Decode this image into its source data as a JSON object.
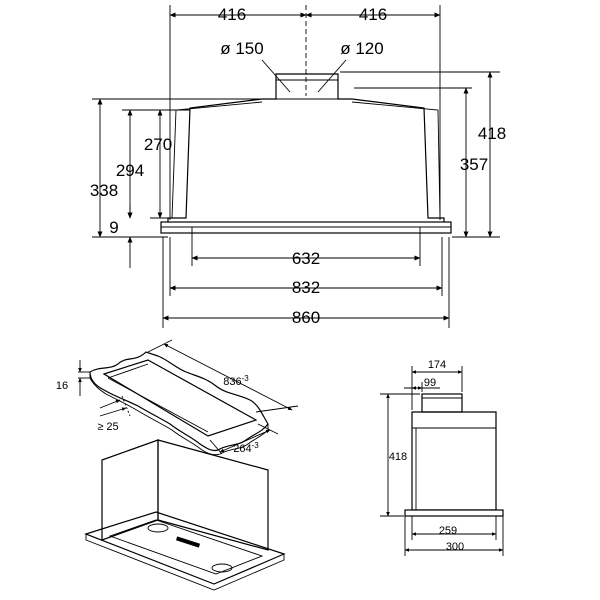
{
  "front_view": {
    "dims": {
      "half_left": "416",
      "half_right": "416",
      "dia_left": "ø 150",
      "dia_right": "ø 120",
      "h270": "270",
      "h294": "294",
      "h338": "338",
      "h9": "9",
      "h357": "357",
      "h418": "418",
      "w632": "632",
      "w832": "832",
      "w860": "860"
    }
  },
  "cutout_view": {
    "dims": {
      "t16": "16",
      "gap25": "≥ 25",
      "len": "836",
      "len_tol": "-3",
      "depth": "264",
      "depth_tol": "-3"
    }
  },
  "side_view": {
    "dims": {
      "w174": "174",
      "w99": "99",
      "h418": "418",
      "w259": "259",
      "w300": "300"
    }
  }
}
